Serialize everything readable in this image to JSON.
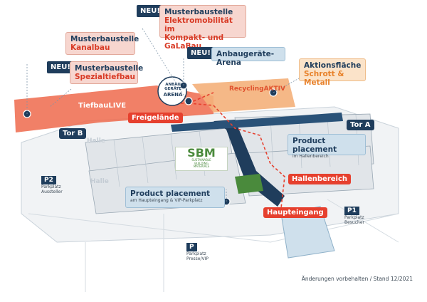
{
  "labels": {
    "musterbaustelle_emob_title": "Musterbaustelle",
    "musterbaustelle_emob_sub1": "Elektromobilität im",
    "musterbaustelle_emob_sub2": "Kompakt- und GaLaBau",
    "neu": "NEU!",
    "musterbaustelle_kanal_title": "Musterbaustelle",
    "musterbaustelle_kanal_sub": "Kanalbau",
    "musterbaustelle_spezial_title": "Musterbaustelle",
    "musterbaustelle_spezial_sub": "Spezialtiefbau",
    "anbau_arena": "Anbaugeräte-Arena",
    "aktion_title": "Aktionsfläche",
    "aktion_sub": "Schrott & Metall",
    "recycling": "RecyclingAKTIV",
    "tiefbau": "TiefbauLIVE",
    "arena_logo_top": "ANBAU",
    "arena_logo_mid": "GERÄTE",
    "arena_logo_bot": "ARENA",
    "freigelaende": "Freigelände",
    "tor_b": "Tor B",
    "tor_a": "Tor A",
    "product_hallen_title": "Product placement",
    "product_hallen_sub": "im Hallenbereich",
    "hallenbereich": "Hallenbereich",
    "product_haupt_title": "Product placement",
    "product_haupt_sub": "am Haupteingang & VIP-Parkplatz",
    "haupteingang": "Haupteingang",
    "halle_left": "Halle",
    "halle_top": "Halle",
    "p2": "P2",
    "p2_sub1": "Parkplatz",
    "p2_sub2": "Aussteller",
    "p1": "P1",
    "p1_sub1": "Parkplatz",
    "p1_sub2": "Besucher",
    "p": "P",
    "p_sub1": "Parkplatz",
    "p_sub2": "Presse/VIP",
    "sbm_title": "SBM",
    "sbm_sub1": "SUSTAINABLE",
    "sbm_sub2": "BUILDING",
    "sbm_sub3": "MATERIALS",
    "footer": "Änderungen vorbehalten / Stand 12/2021"
  },
  "colors": {
    "navy": "#1f3d5c",
    "red": "#e6402e",
    "orange": "#f0a35a",
    "green": "#4a8a3c",
    "pink_box": "#f7d6cf",
    "blue_box": "#cfe0ec"
  }
}
